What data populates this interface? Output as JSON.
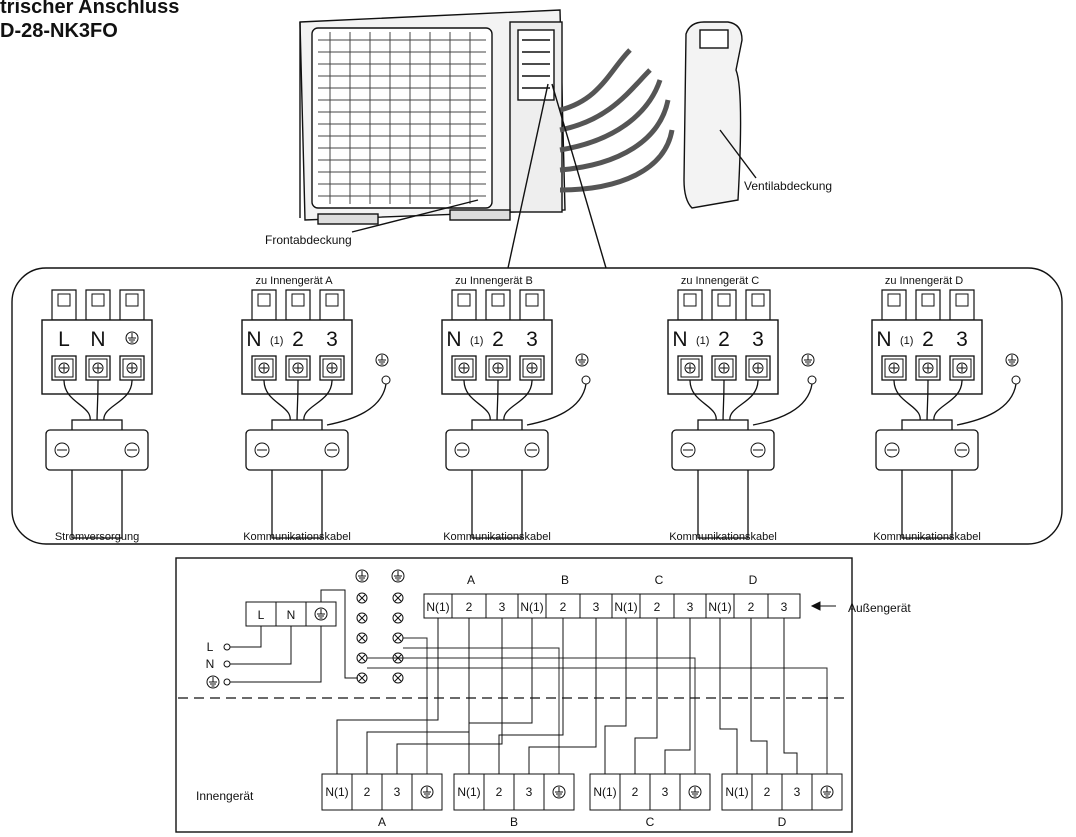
{
  "title": {
    "line1": "trischer Anschluss",
    "line2": "D-28-NK3FO"
  },
  "unit_labels": {
    "front_cover": "Frontabdeckung",
    "valve_cover": "Ventilabdeckung"
  },
  "terminal_blocks": [
    {
      "heading": "",
      "terminals": [
        "L",
        "N",
        "⏚"
      ],
      "cable": "Stromversorgung"
    },
    {
      "heading": "zu Innengerät A",
      "terminals": [
        "N",
        "2",
        "3"
      ],
      "cable": "Kommunikationskabel"
    },
    {
      "heading": "zu Innengerät B",
      "terminals": [
        "N",
        "2",
        "3"
      ],
      "cable": "Kommunikationskabel"
    },
    {
      "heading": "zu Innengerät C",
      "terminals": [
        "N",
        "2",
        "3"
      ],
      "cable": "Kommunikationskabel"
    },
    {
      "heading": "zu Innengerät D",
      "terminals": [
        "N",
        "2",
        "3"
      ],
      "cable": "Kommunikationskabel"
    }
  ],
  "n_suffix": "(1)",
  "wiring": {
    "outdoor_label": "Außengerät",
    "indoor_label": "Innengerät",
    "group_letters": [
      "A",
      "B",
      "C",
      "D"
    ],
    "outdoor_cells": [
      "N(1)",
      "2",
      "3"
    ],
    "indoor_cells": [
      "N(1)",
      "2",
      "3",
      "⏚"
    ],
    "power_cells": [
      "L",
      "N",
      "⏚"
    ],
    "power_leads": [
      "L",
      "N",
      "⏚"
    ]
  }
}
